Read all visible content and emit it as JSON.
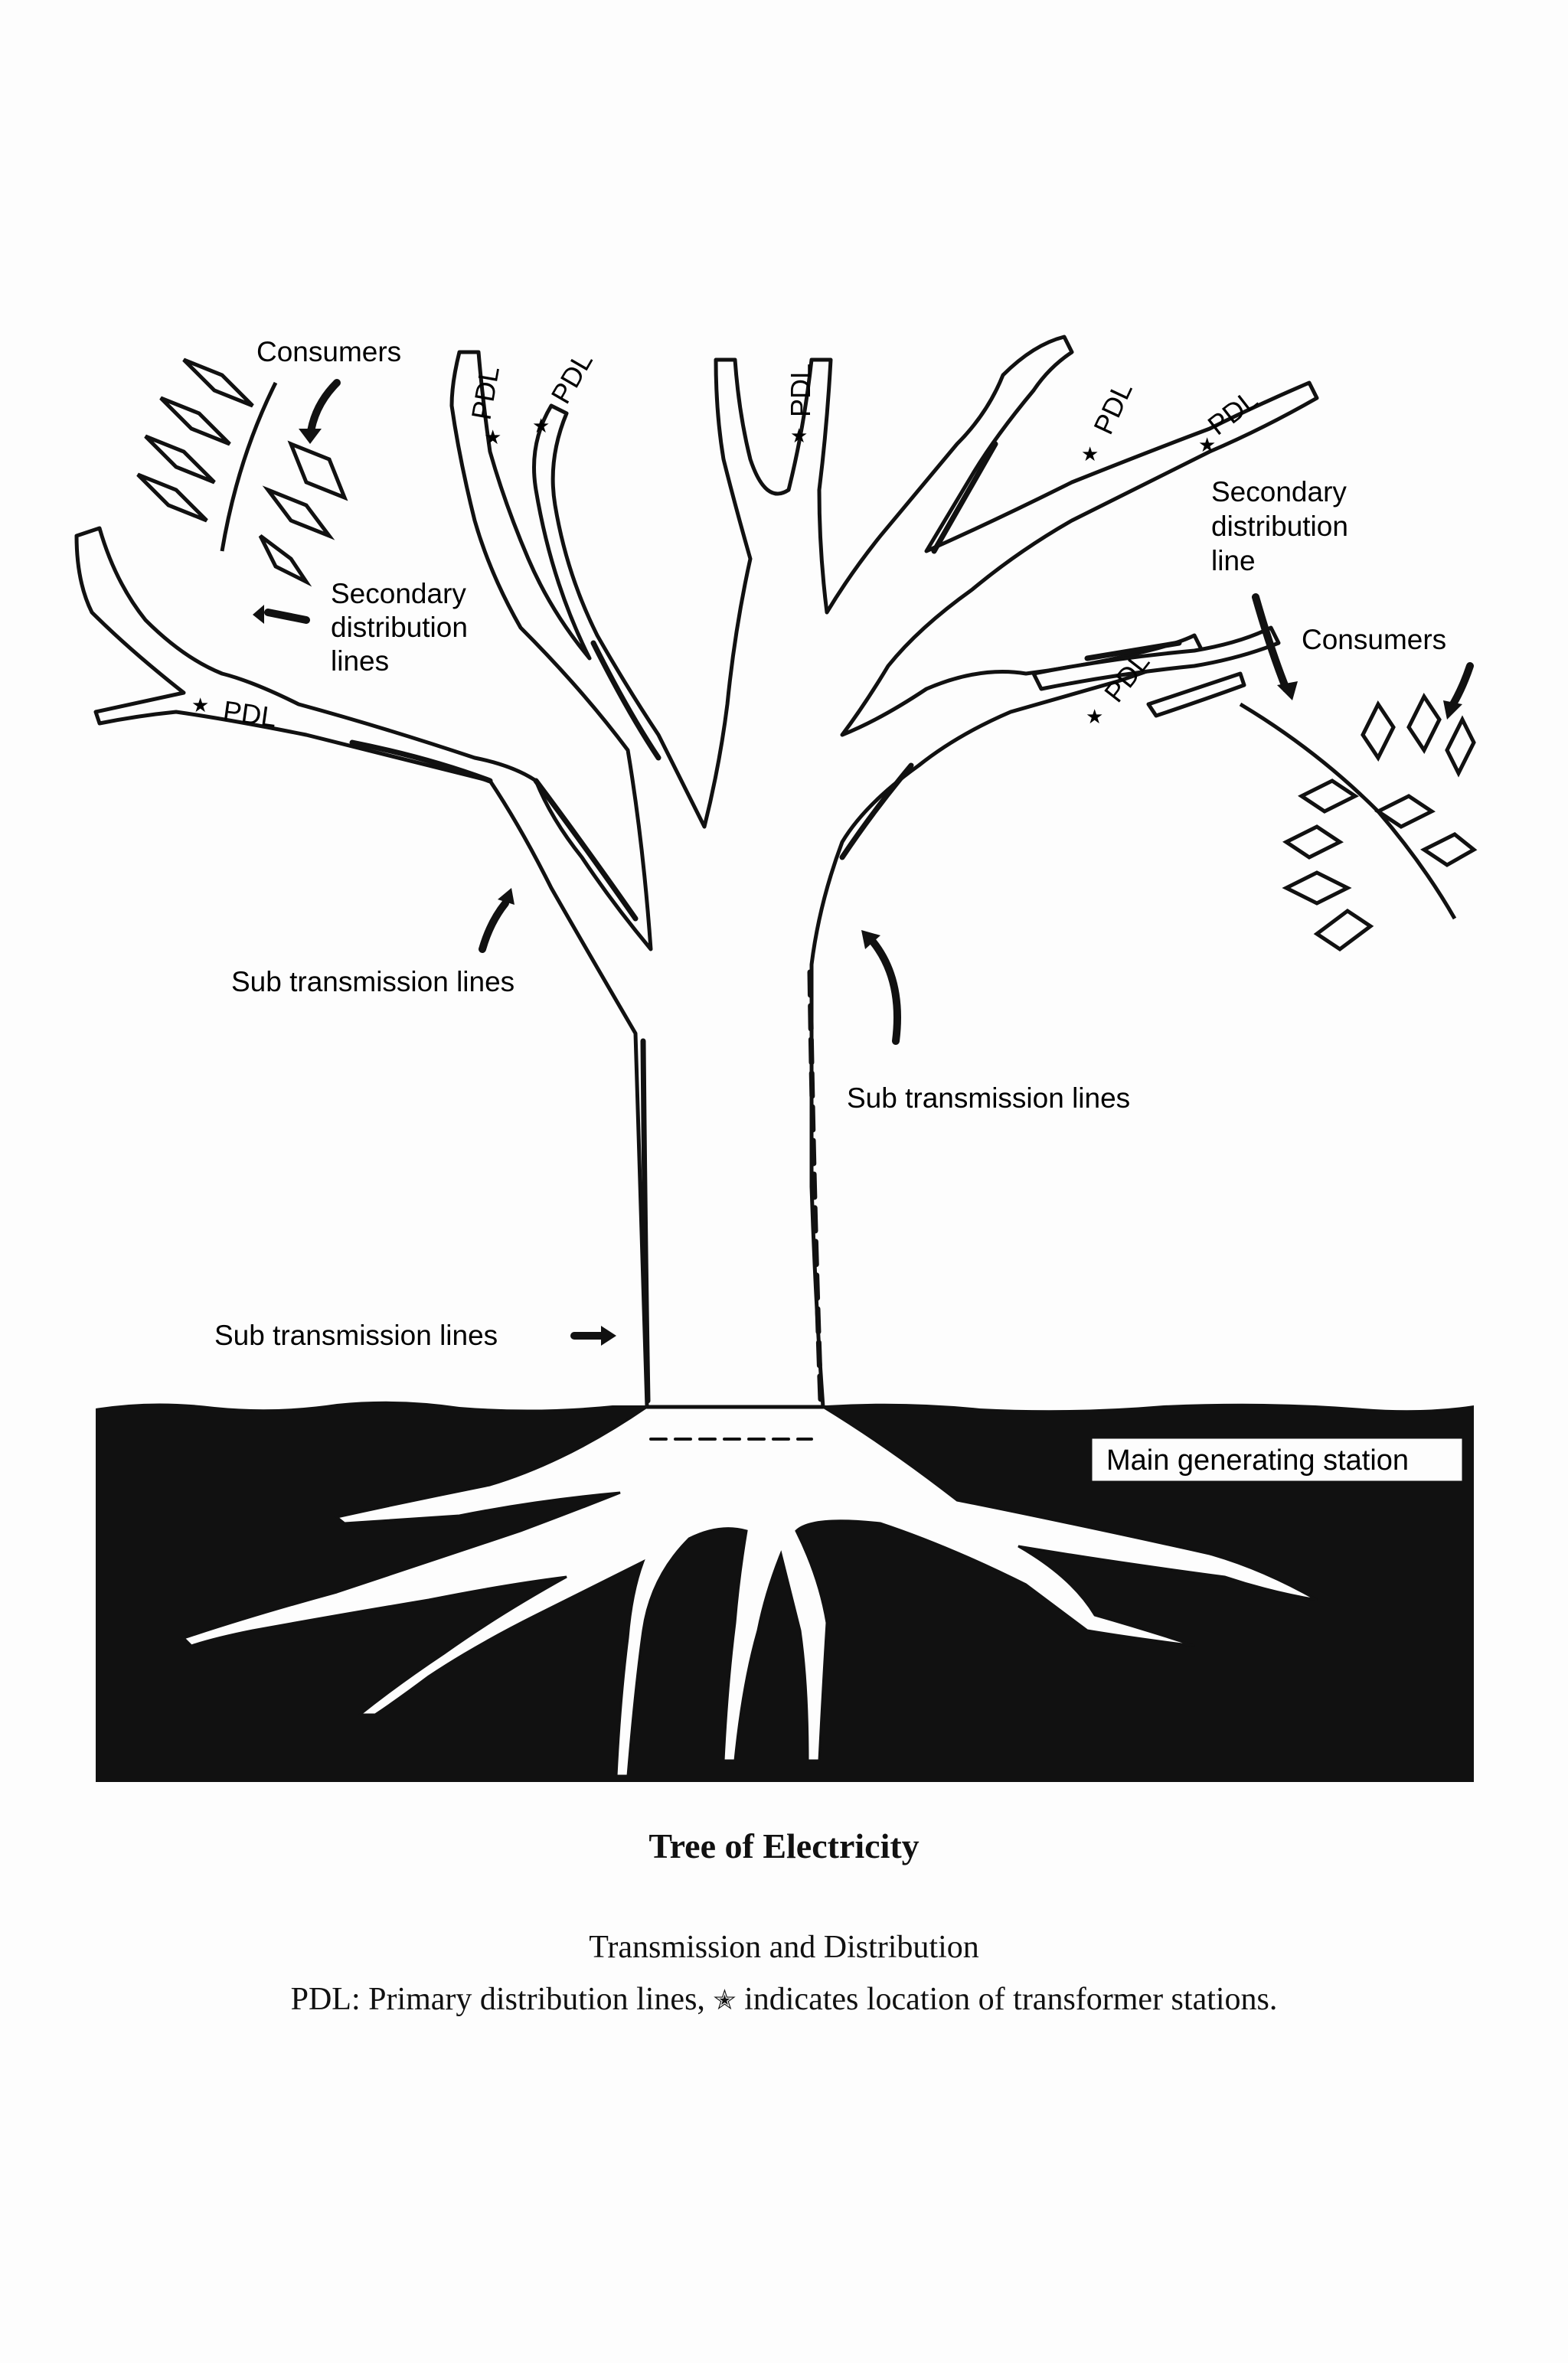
{
  "diagram": {
    "labels": {
      "consumers_left": "Consumers",
      "consumers_right": "Consumers",
      "secondary_left_1": "Secondary",
      "secondary_left_2": "distribution",
      "secondary_left_3": "lines",
      "secondary_right_1": "Secondary",
      "secondary_right_2": "distribution",
      "secondary_right_3": "line",
      "sub_transmission_left": "Sub transmission lines",
      "sub_transmission_right": "Sub transmission lines",
      "sub_transmission_trunk": "Sub transmission lines",
      "main_station": "Main generating station",
      "pdl": "PDL",
      "star": "★"
    }
  },
  "caption": {
    "title": "Tree of Electricity",
    "line1": "Transmission and Distribution",
    "line2_before": "PDL: Primary distribution lines,",
    "line2_star": "✭",
    "line2_after": "indicates location of transformer stations."
  }
}
